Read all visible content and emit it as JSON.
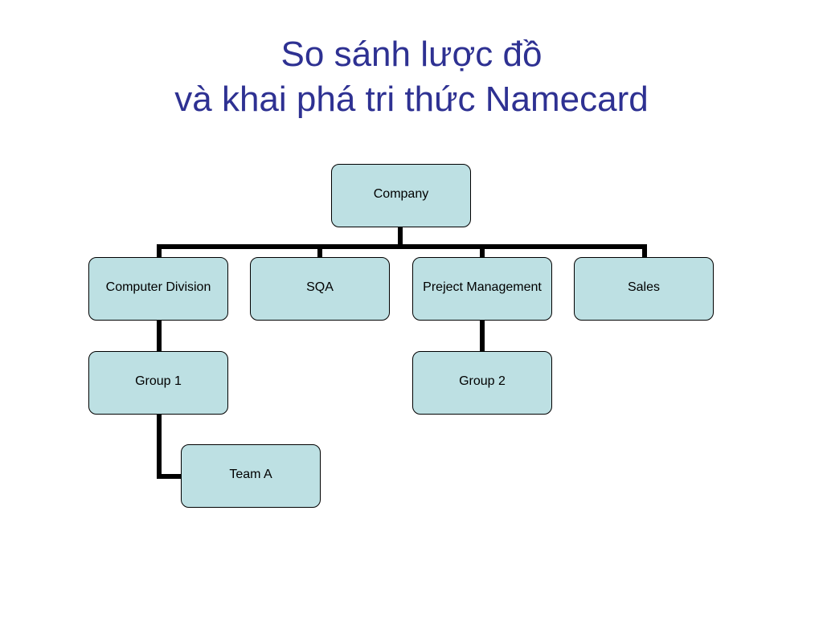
{
  "slide": {
    "title_line1": "So sánh lược đồ",
    "title_line2": "và khai phá tri thức Namecard"
  },
  "org_chart": {
    "root": "Company",
    "divisions": [
      "Computer Division",
      "SQA",
      "Preject Management",
      "Sales"
    ],
    "groups": [
      "Group 1",
      "Group 2"
    ],
    "teams": [
      "Team A"
    ],
    "colors": {
      "node_fill": "#bde0e3",
      "title_text": "#2e3192",
      "connector": "#000000"
    }
  }
}
